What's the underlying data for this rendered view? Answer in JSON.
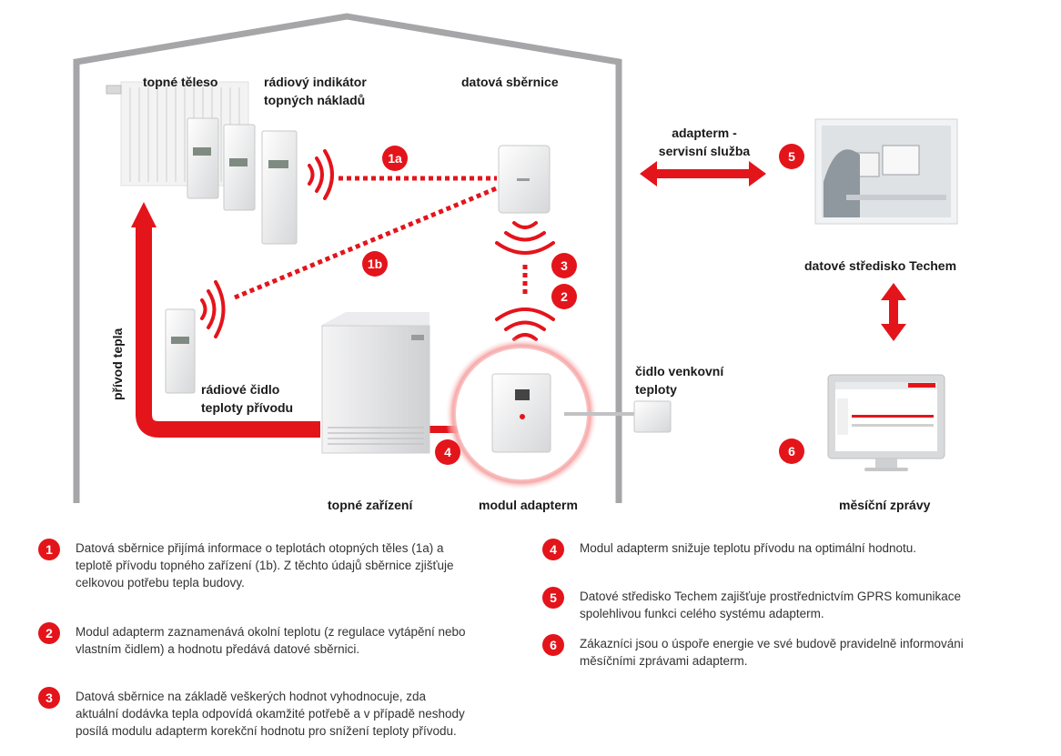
{
  "labels": {
    "radiator": "topné těleso",
    "indicator": "rádiový indikátor\ntopných nákladů",
    "databus": "datová sběrnice",
    "link": "adapterm -\nservisní služba",
    "datacenter": "datové středisko Techem",
    "sensor": "rádiové čidlo\nteploty přívodu",
    "outdoor": "čidlo venkovní\nteploty",
    "boiler": "topné zařízení",
    "module": "modul adapterm",
    "reports": "měsíční zprávy",
    "flow": "přívod tepla"
  },
  "badges": [
    "1a",
    "1b",
    "3",
    "2",
    "4",
    "5",
    "6"
  ],
  "legend": [
    {
      "num": "1",
      "text": "Datová sběrnice přijímá informace o teplotách otopných těles (1a) a\nteplotě přívodu topného zařízení (1b). Z těchto údajů sběrnice zjišťuje\ncelkovou potřebu tepla budovy."
    },
    {
      "num": "2",
      "text": "Modul adapterm zaznamenává okolní teplotu (z regulace vytápění nebo\nvlastním čidlem) a hodnotu předává datové sběrnici."
    },
    {
      "num": "3",
      "text": "Datová sběrnice na základě veškerých hodnot vyhodnocuje, zda\naktuální dodávka tepla odpovídá okamžité potřebě a v případě neshody\nposílá modulu adapterm korekční hodnotu pro snížení teploty přívodu."
    },
    {
      "num": "4",
      "text": "Modul adapterm snižuje teplotu přívodu na optimální hodnotu."
    },
    {
      "num": "5",
      "text": "Datové středisko Techem zajišťuje prostřednictvím GPRS komunikace\nspolehlivou funkci celého systému adapterm."
    },
    {
      "num": "6",
      "text": "Zákazníci jsou o úspoře energie ve své budově pravidelně informováni\nměsíčními zprávami adapterm."
    }
  ],
  "colors": {
    "accent": "#e4141b",
    "house": "#a6a6a8"
  }
}
